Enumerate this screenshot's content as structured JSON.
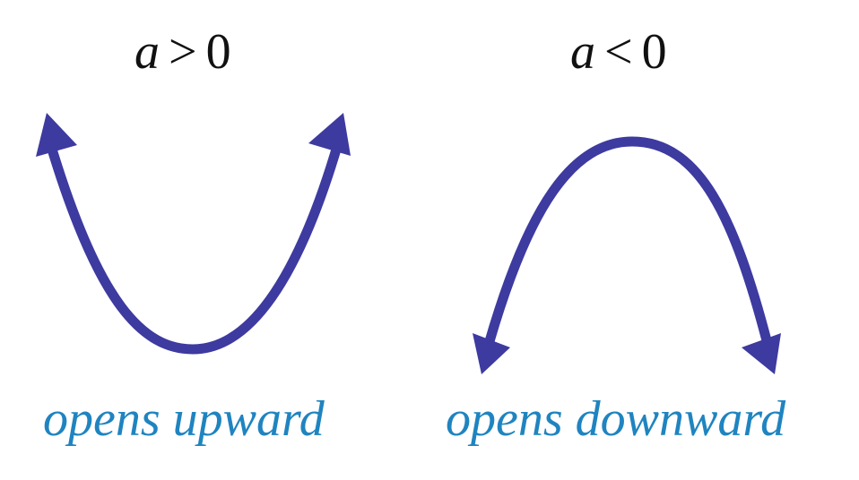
{
  "colors": {
    "curve": "#3d3aa0",
    "caption": "#1f84c0",
    "condition": "#111111"
  },
  "panels": [
    {
      "id": "up",
      "condition": {
        "variable": "a",
        "operator": ">",
        "value": "0"
      },
      "caption": "opens upward",
      "direction": "upward"
    },
    {
      "id": "down",
      "condition": {
        "variable": "a",
        "operator": "<",
        "value": "0"
      },
      "caption": "opens downward",
      "direction": "downward"
    }
  ]
}
